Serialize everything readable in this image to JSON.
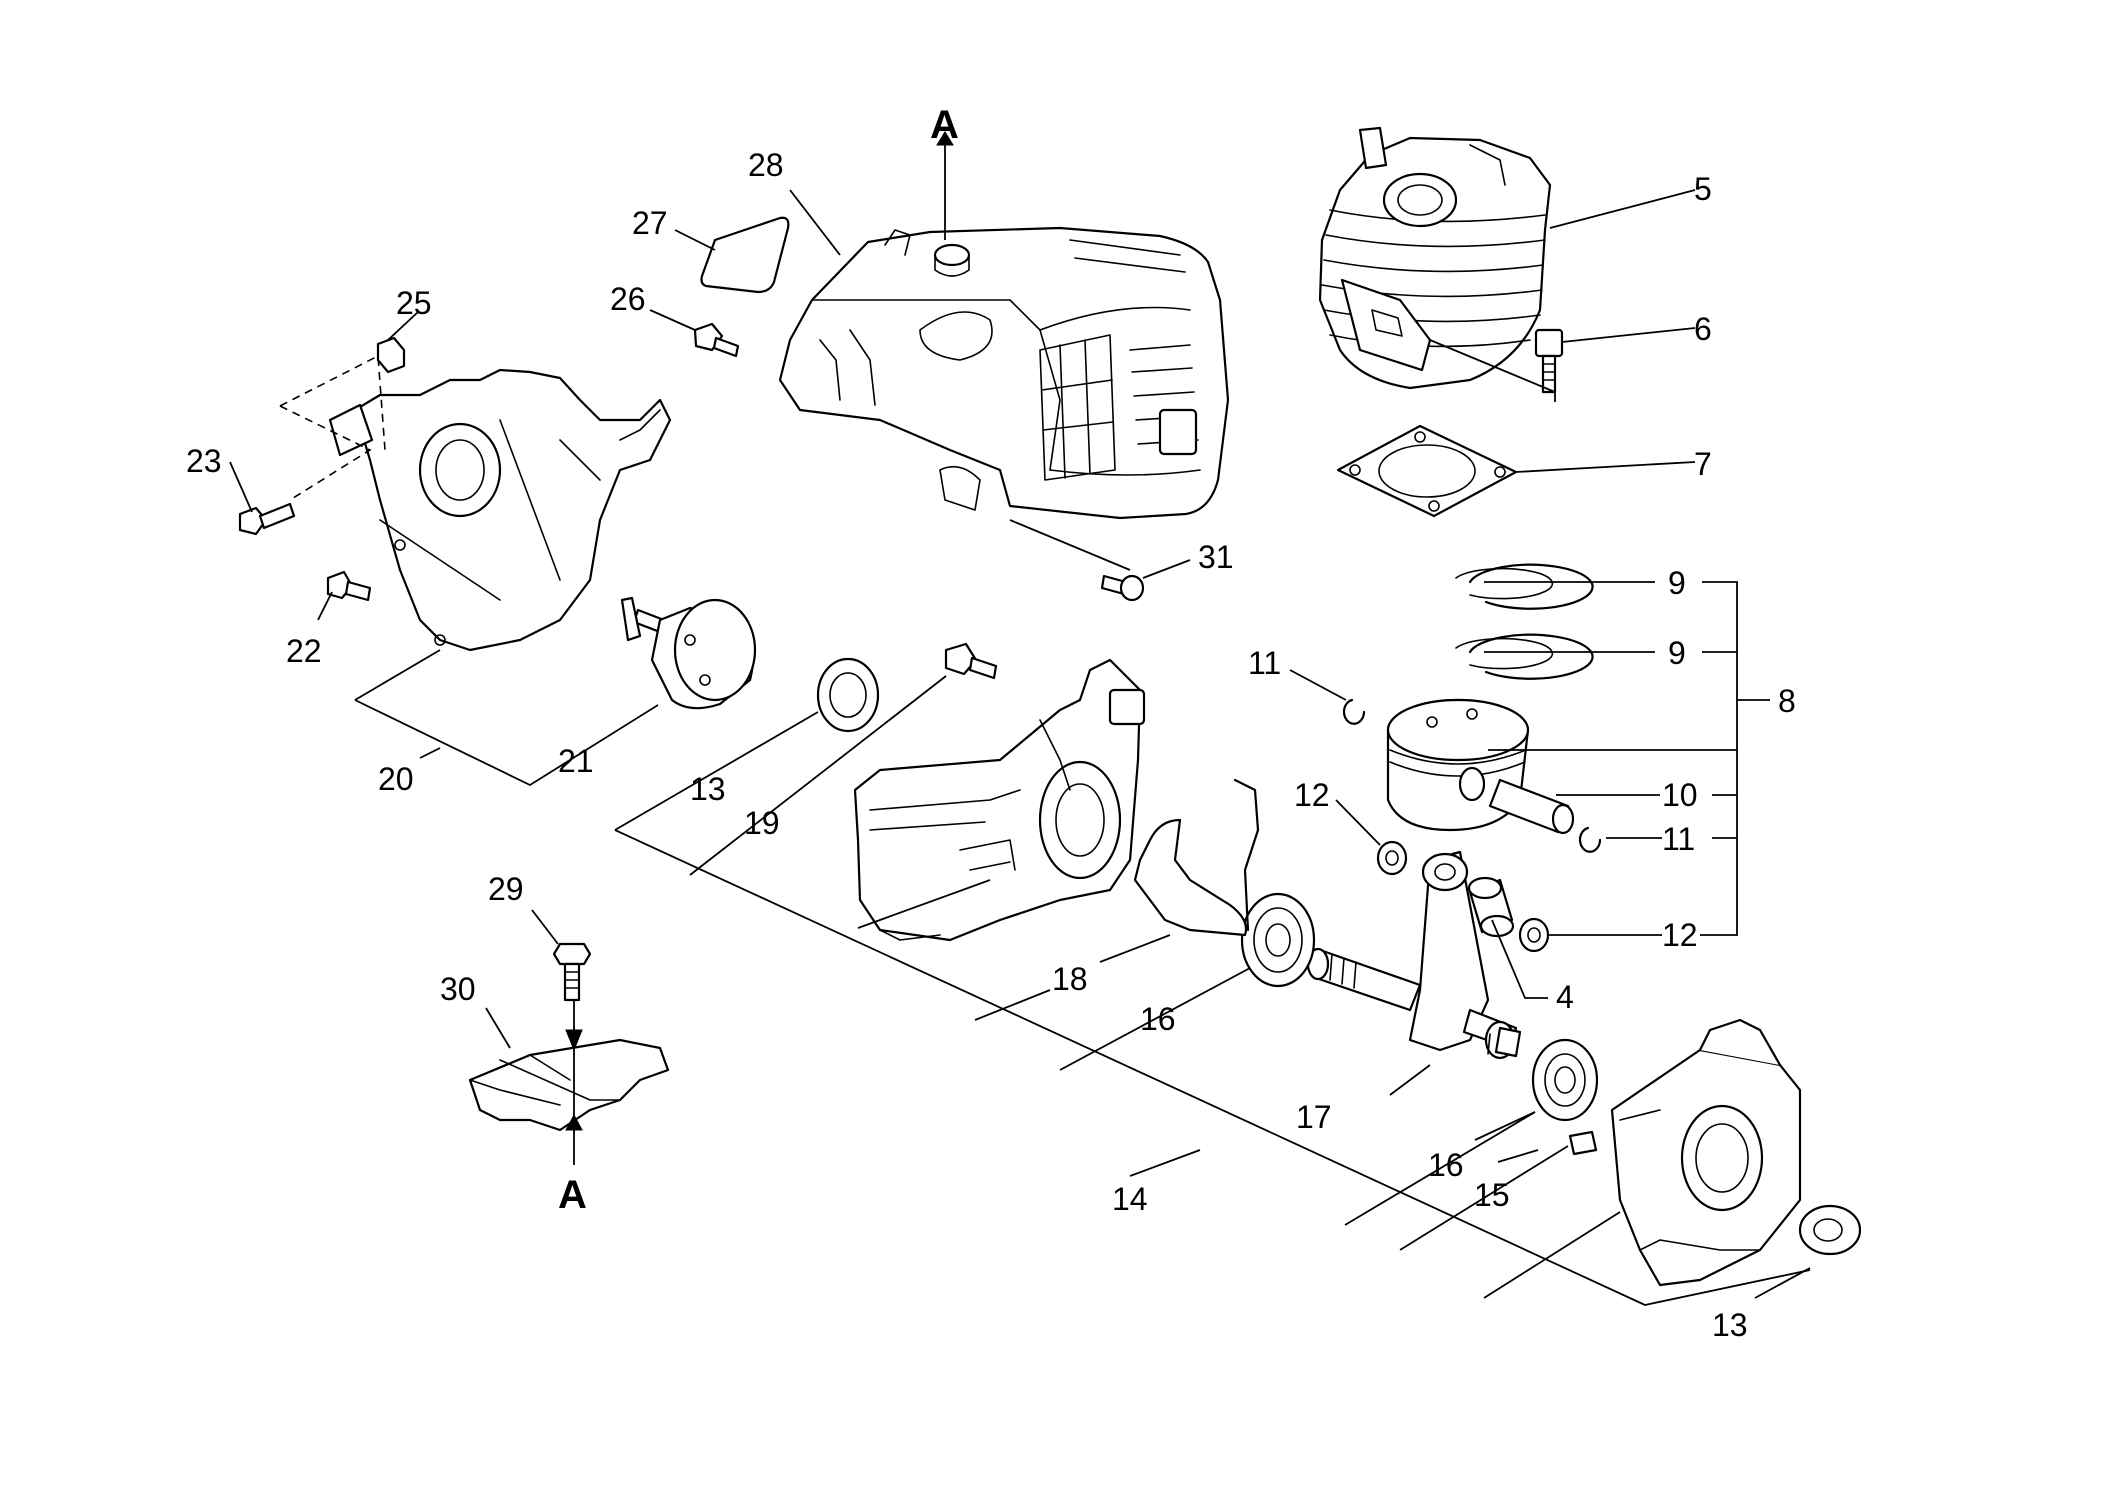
{
  "callouts": {
    "c4": "4",
    "c5": "5",
    "c6": "6",
    "c7": "7",
    "c8": "8",
    "c9a": "9",
    "c9b": "9",
    "c10": "10",
    "c11a": "11",
    "c11b": "11",
    "c12a": "12",
    "c12b": "12",
    "c13a": "13",
    "c13b": "13",
    "c14": "14",
    "c15": "15",
    "c16a": "16",
    "c16b": "16",
    "c17": "17",
    "c18": "18",
    "c19": "19",
    "c20": "20",
    "c21": "21",
    "c22": "22",
    "c23": "23",
    "c25": "25",
    "c26": "26",
    "c27": "27",
    "c28": "28",
    "c29": "29",
    "c30": "30",
    "c31": "31"
  },
  "references": {
    "top": "A",
    "bottom": "A"
  }
}
